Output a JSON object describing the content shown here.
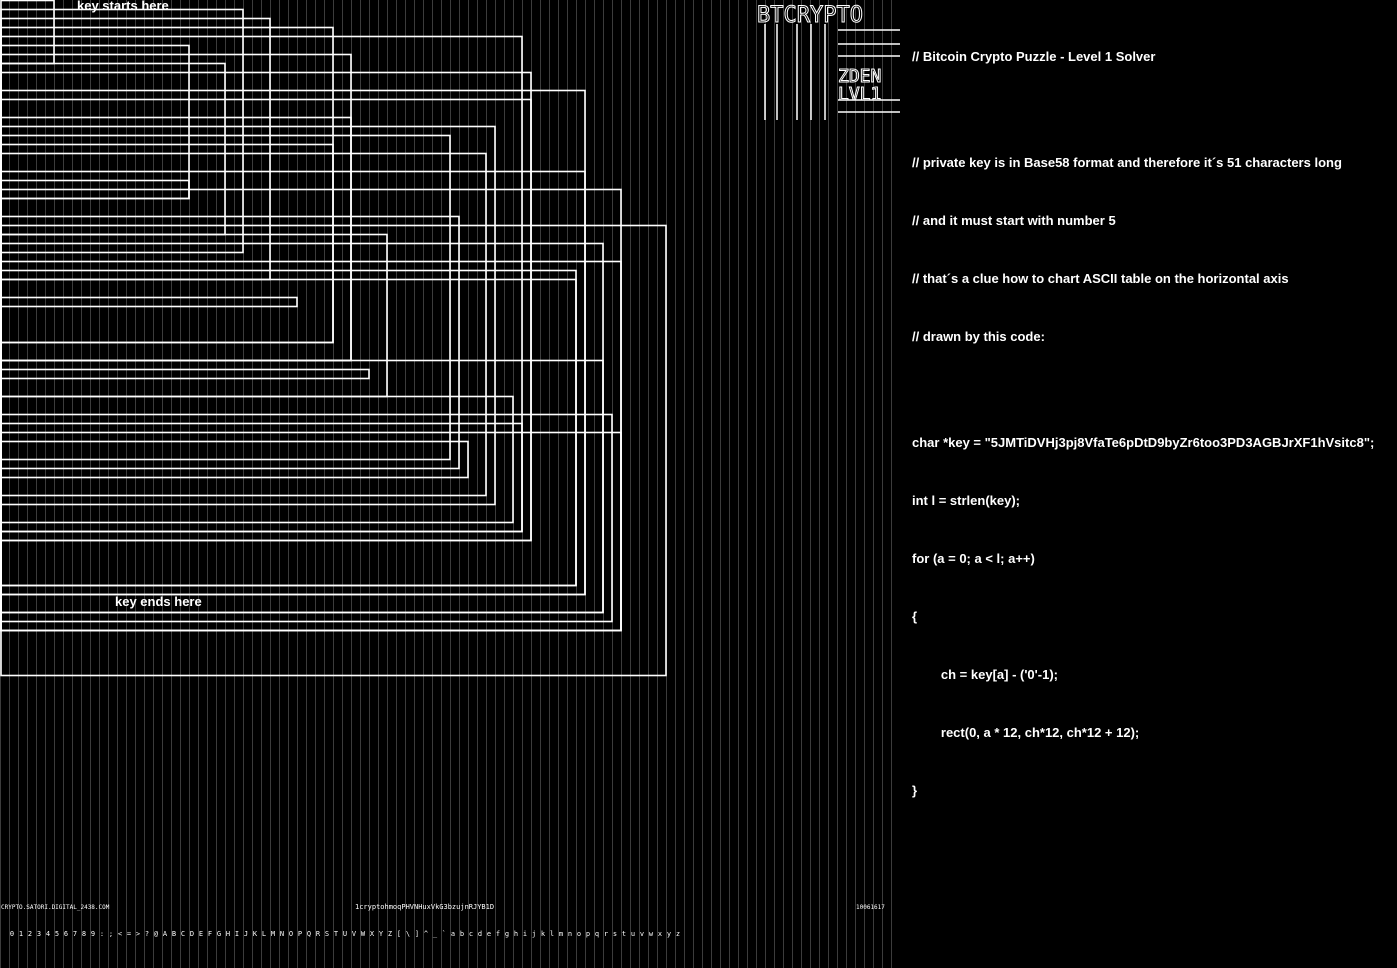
{
  "colors": {
    "background": "#000000",
    "foreground": "#ffffff"
  },
  "puzzle": {
    "key": "5JMTiDVHj3pj8VfaTe6pDtD9byZr6too3PD3AGBJrXF1hVsitc8",
    "label_start": "key starts here",
    "label_end": "key ends here"
  },
  "logo_text": "BTCRYPTO",
  "footer": {
    "left": "CRYPTO.SATORI.DIGITAL_2438.COM",
    "center": "1cryptohmoqPHVNHuxVkG3bzujnRJYB1D",
    "right": "10061617"
  },
  "axis_chars": [
    "0",
    "1",
    "2",
    "3",
    "4",
    "5",
    "6",
    "7",
    "8",
    "9",
    ":",
    ";",
    "<",
    "=",
    ">",
    "?",
    "@",
    "A",
    "B",
    "C",
    "D",
    "E",
    "F",
    "G",
    "H",
    "I",
    "J",
    "K",
    "L",
    "M",
    "N",
    "O",
    "P",
    "Q",
    "R",
    "S",
    "T",
    "U",
    "V",
    "W",
    "X",
    "Y",
    "Z",
    "[",
    "\\",
    "]",
    "^",
    "_",
    "`",
    "a",
    "b",
    "c",
    "d",
    "e",
    "f",
    "g",
    "h",
    "i",
    "j",
    "k",
    "l",
    "m",
    "n",
    "o",
    "p",
    "q",
    "r",
    "s",
    "t",
    "u",
    "v",
    "w",
    "x",
    "y",
    "z"
  ],
  "code": {
    "comment1": "// Bitcoin Crypto Puzzle - Level 1 Solver",
    "comment2": "// private key is in Base58 format and therefore it´s 51 characters long",
    "comment3": "// and it must start with number 5",
    "comment4": "// that´s a clue how to chart ASCII table on the horizontal axis",
    "comment5": "// drawn by this code:",
    "line1": "char *key = \"5JMTiDVHj3pj8VfaTe6pDtD9byZr6too3PD3AGBJrXF1hVsitc8\";",
    "line2": "int l = strlen(key);",
    "line3": "for (a = 0; a < l; a++)",
    "line4": "{",
    "line5": "        ch = key[a] - ('0'-1);",
    "line6": "        rect(0, a * 12, ch*12, ch*12 + 12);",
    "line7": "}"
  }
}
